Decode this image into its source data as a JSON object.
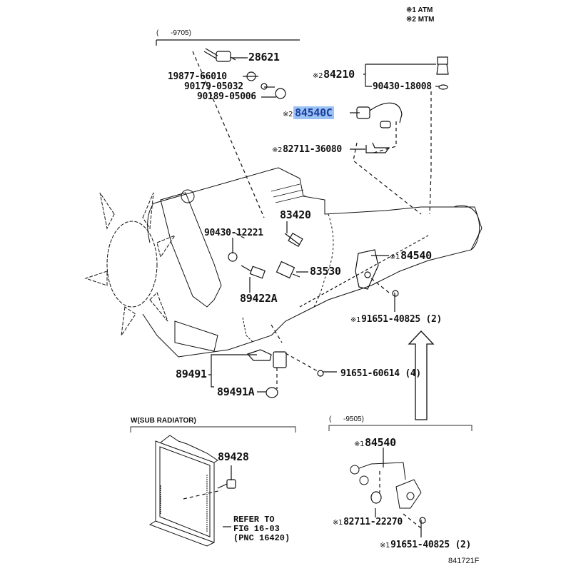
{
  "legend": [
    {
      "mark": "※1",
      "text": "ATM"
    },
    {
      "mark": "※2",
      "text": "MTM"
    }
  ],
  "groups": {
    "top_left_range": "(      -9705)",
    "sub_radiator": "W(SUB RADIATOR)",
    "bottom_right_range": "(      -9505)"
  },
  "parts": {
    "p28621": "28621",
    "p19877": "19877-66010",
    "p90179": "90179-05032",
    "p90189": "90189-05006",
    "p84210": {
      "mark": "※2",
      "num": "84210"
    },
    "p90430_18008": "90430-18008",
    "p84540C": {
      "mark": "※2",
      "num": "84540C",
      "highlighted": true,
      "highlight_color": "#9bc2f5"
    },
    "p82711_36080": {
      "mark": "※2",
      "num": "82711-36080"
    },
    "p83420": "83420",
    "p90430_12221": "90430-12221",
    "p83530": "83530",
    "p89422A": "89422A",
    "p84540_main": {
      "mark": "※1",
      "num": "84540"
    },
    "p91651_40825_main": {
      "mark": "※1",
      "num": "91651-40825 (2)"
    },
    "p89491": "89491",
    "p89491A": "89491A",
    "p91651_60614": "91651-60614 (4)",
    "p89428": "89428",
    "refer": [
      "REFER TO",
      "FIG 16-03",
      "(PNC 16420)"
    ],
    "p84540_sub": {
      "mark": "※1",
      "num": "84540"
    },
    "p82711_22270": {
      "mark": "※1",
      "num": "82711-22270"
    },
    "p91651_40825_sub": {
      "mark": "※1",
      "num": "91651-40825 (2)"
    }
  },
  "illustration_id": "841721F"
}
